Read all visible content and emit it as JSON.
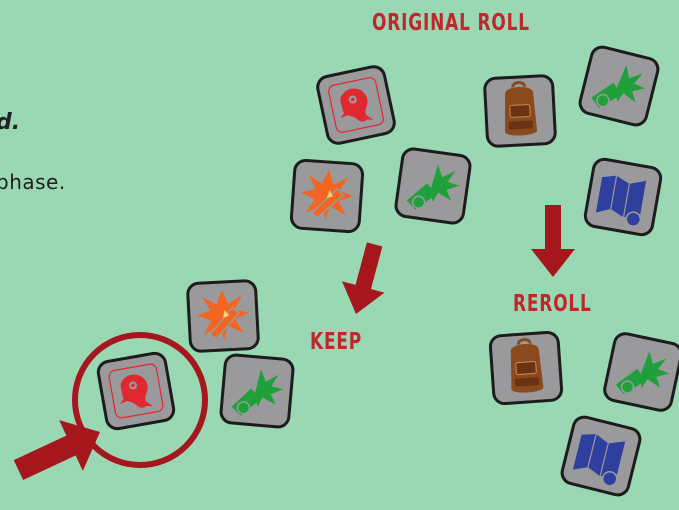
{
  "text": {
    "fragment_top": "d.",
    "fragment_phase": "phase."
  },
  "labels": {
    "original_roll": "ORIGINAL ROLL",
    "reroll": "REROLL",
    "keep": "KEEP"
  },
  "colors": {
    "background": "#99d8b3",
    "die_face": "#9a9a9c",
    "label_red": "#c0272d",
    "arrow_red": "#a5161d",
    "monster_red": "#e02830",
    "explosion_orange": "#f26522",
    "cannon_green": "#1fa03a",
    "map_blue": "#2f3f9e",
    "backpack_brown": "#8a4a1e"
  },
  "dice": {
    "original_roll": [
      "monster-icon",
      "explosion-icon",
      "cannon-icon",
      "backpack-icon",
      "cannon-icon",
      "map-icon"
    ],
    "reroll": [
      "backpack-icon",
      "cannon-icon",
      "map-icon"
    ],
    "kept": [
      "explosion-icon",
      "monster-icon",
      "cannon-icon"
    ]
  }
}
